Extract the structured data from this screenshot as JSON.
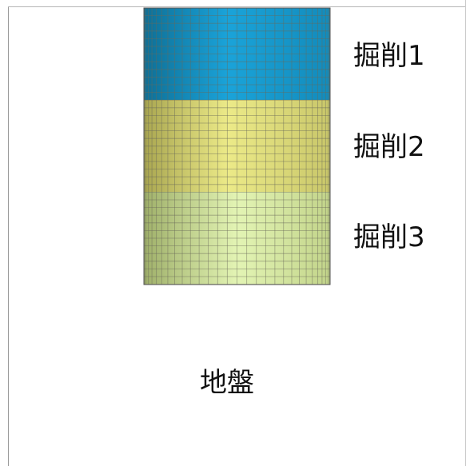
{
  "diagram": {
    "layers": [
      {
        "label": "掘削1",
        "color": "#1aa3d9"
      },
      {
        "label": "掘削2",
        "color": "#e8e680"
      },
      {
        "label": "掘削3",
        "color": "#d7ea9c"
      }
    ],
    "ground_label": "地盤",
    "mesh_line_color": "#6a6a5a",
    "border_color": "#9a9a9a"
  }
}
